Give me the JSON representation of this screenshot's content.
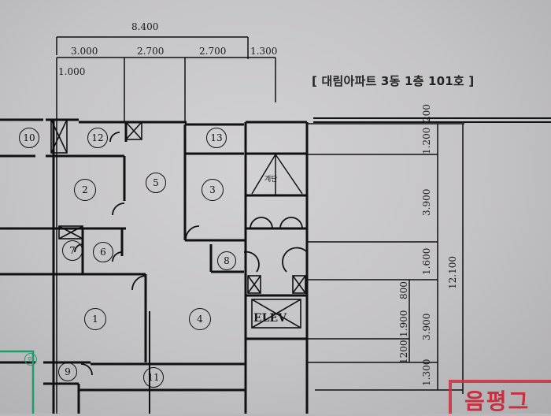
{
  "title": "[ 대림아파트 3동 1층 101호 ]",
  "dimensions_top": {
    "total": "8.400",
    "segments": [
      "3.000",
      "2.700",
      "2.700",
      "1.300"
    ],
    "sub": "1.000"
  },
  "dimensions_right": {
    "outer_total": "12.100",
    "col_a": [
      "200",
      "1.200",
      "3.900",
      "1.600"
    ],
    "col_b": [
      "800",
      "1.900",
      "1200"
    ],
    "col_c": [
      "3.900",
      "1.300"
    ]
  },
  "rooms": [
    "1",
    "2",
    "3",
    "4",
    "5",
    "6",
    "7",
    "8",
    "9",
    "10",
    "11",
    "12",
    "13"
  ],
  "elevator_label": "ELEV",
  "stair_label": "계단",
  "stamp_text": "음평그",
  "green_mark": "민",
  "colors": {
    "line": "#111111",
    "stamp": "#c9303f",
    "green": "#1e9c6a",
    "paper": "#c8c7c9"
  }
}
